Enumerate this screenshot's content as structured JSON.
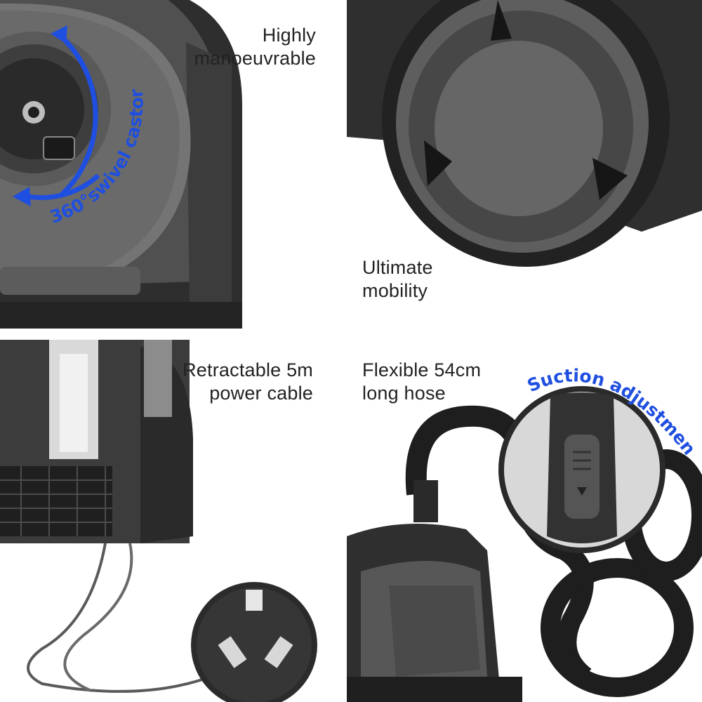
{
  "panels": [
    {
      "caption": [
        "Highly",
        "manoeuvrable"
      ],
      "overlay_label": "360°swivel castor"
    },
    {
      "caption": [
        "Ultimate",
        "mobility"
      ]
    },
    {
      "caption": [
        "Retractable 5m",
        "power cable"
      ]
    },
    {
      "caption": [
        "Flexible 54cm",
        "long hose"
      ],
      "overlay_label": "Suction adjustment"
    }
  ],
  "colors": {
    "accent_blue": "#1f4fe0",
    "caption_text": "#222222",
    "body_dark": "#3a3a3a"
  },
  "icons": [
    "curved-double-arrow-icon",
    "down-arrow-icon"
  ]
}
